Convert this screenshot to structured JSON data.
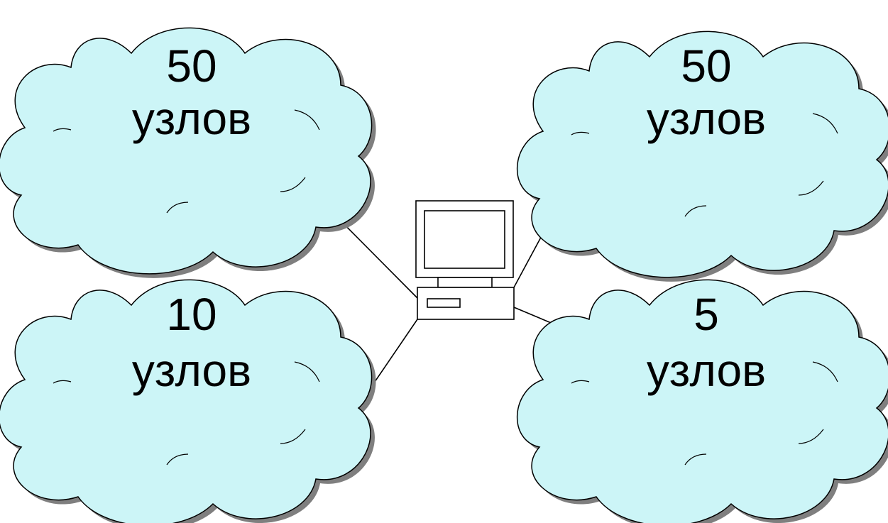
{
  "diagram": {
    "clouds": [
      {
        "id": "top-left",
        "count": "50",
        "unit": "узлов"
      },
      {
        "id": "top-right",
        "count": "50",
        "unit": "узлов"
      },
      {
        "id": "bottom-left",
        "count": "10",
        "unit": "узлов"
      },
      {
        "id": "bottom-right",
        "count": "5",
        "unit": "узлов"
      }
    ],
    "hub": {
      "icon": "computer-icon"
    },
    "colors": {
      "cloud_fill": "#ccf5f7",
      "cloud_stroke": "#000000",
      "shadow": "#7f7f7f",
      "computer_fill": "#ffffff",
      "line": "#000000",
      "background": "#ffffff"
    }
  }
}
